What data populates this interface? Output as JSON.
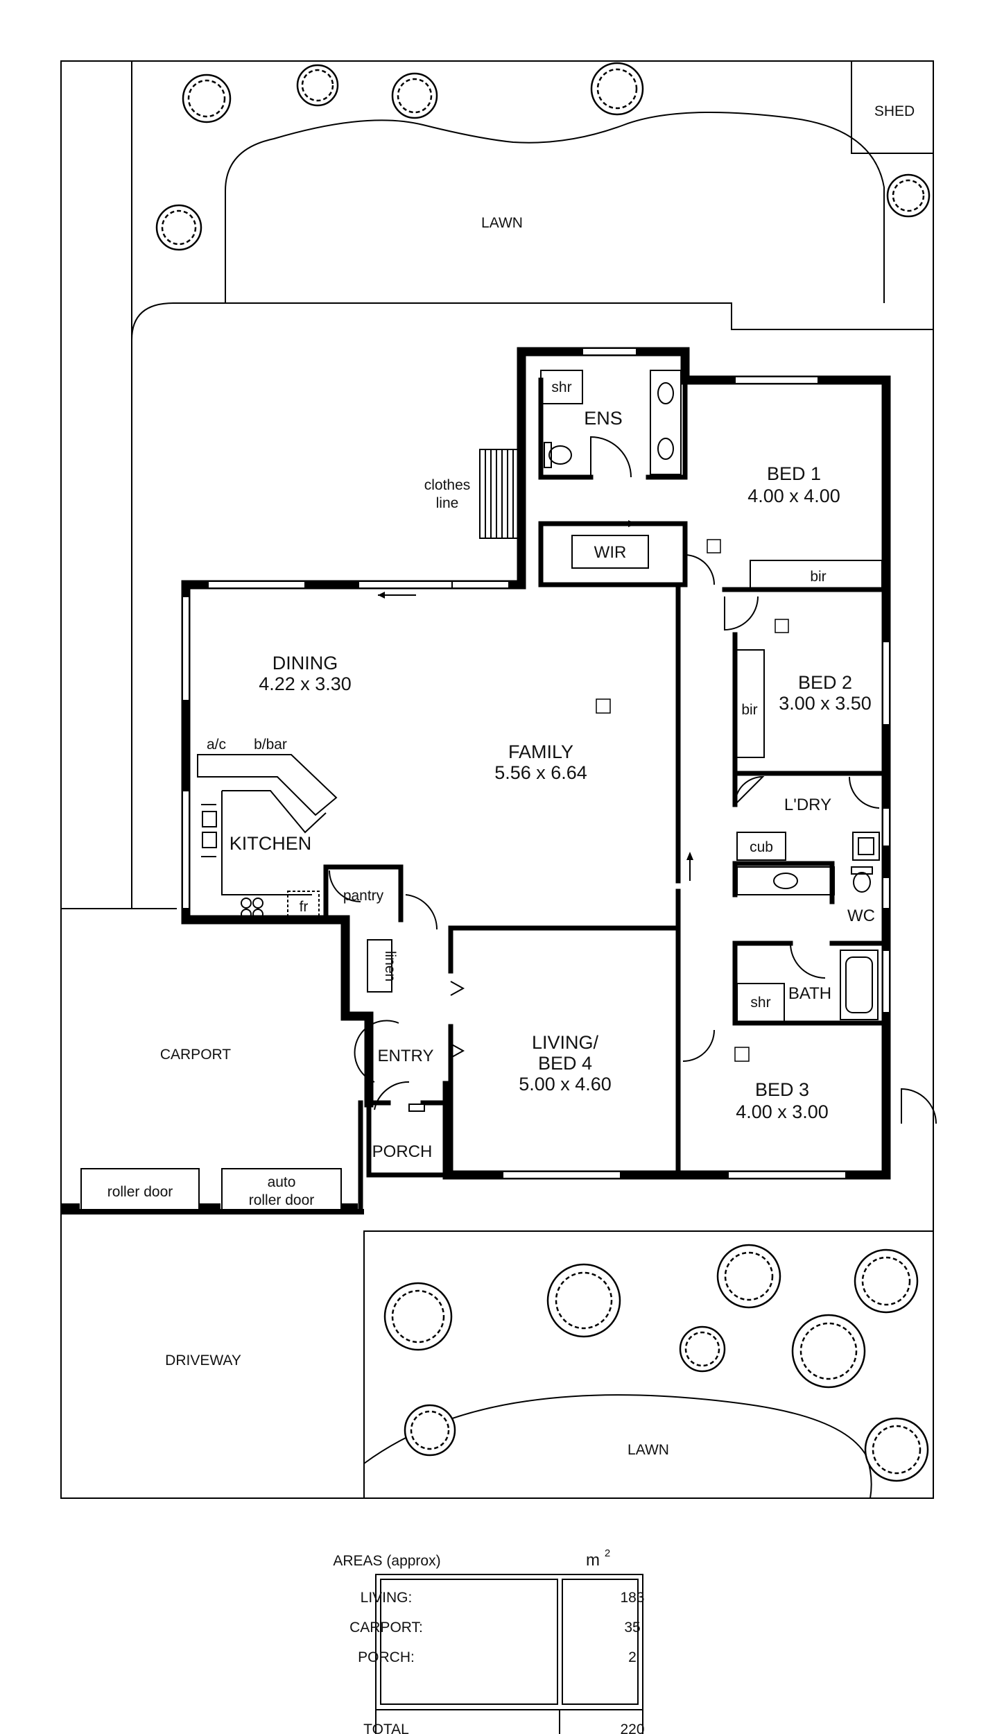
{
  "site": {
    "shed": "SHED",
    "lawn_rear": "LAWN",
    "lawn_front": "LAWN",
    "carport": "CARPORT",
    "driveway": "DRIVEWAY",
    "clothes_line": [
      "clothes",
      "line"
    ],
    "roller_door": "roller door",
    "auto_roller_door": [
      "auto",
      "roller door"
    ]
  },
  "rooms": {
    "ens": "ENS",
    "shr_ens": "shr",
    "wir": "WIR",
    "bed1": {
      "name": "BED 1",
      "size": "4.00 x 4.00"
    },
    "bir1": "bir",
    "bed2": {
      "name": "BED 2",
      "size": "3.00 x 3.50"
    },
    "bir2": "bir",
    "dining": {
      "name": "DINING",
      "size": "4.22 x 3.30"
    },
    "family": {
      "name": "FAMILY",
      "size": "5.56 x 6.64"
    },
    "ac": "a/c",
    "bbar": "b/bar",
    "kitchen": "KITCHEN",
    "fr": "fr",
    "pantry": "pantry",
    "linen": "linen",
    "laundry": "L'DRY",
    "cub": "cub",
    "wc": "WC",
    "bath": "BATH",
    "shr_bath": "shr",
    "entry": "ENTRY",
    "porch": "PORCH",
    "living": {
      "name": [
        "LIVING/",
        "BED 4"
      ],
      "size": "5.00 x 4.60"
    },
    "bed3": {
      "name": "BED 3",
      "size": "4.00 x 3.00"
    }
  },
  "areas": {
    "title": "AREAS (approx)",
    "unit": "m",
    "unit_sup": "2",
    "rows": [
      {
        "label": "LIVING:",
        "value": "183"
      },
      {
        "label": "CARPORT:",
        "value": "35"
      },
      {
        "label": "PORCH:",
        "value": "2"
      }
    ],
    "total_label": "TOTAL",
    "total_value": "220"
  },
  "colors": {
    "ink": "#000000",
    "paper": "#ffffff"
  }
}
